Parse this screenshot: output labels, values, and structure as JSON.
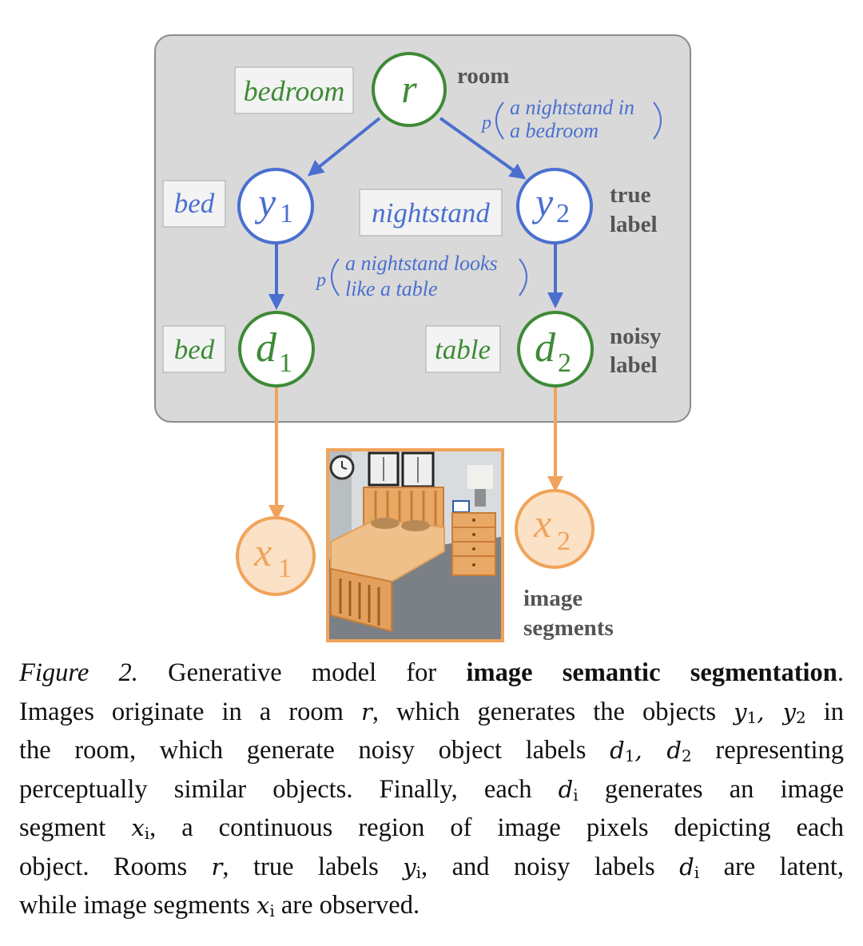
{
  "colors": {
    "panel_fill": "#d9d9d9",
    "panel_border": "#8c8c8c",
    "green": "#3e8a36",
    "blue": "#4a6fd0",
    "orange": "#f0a35a",
    "orange_fill": "#fbe1c6",
    "gray_text": "#555555"
  },
  "nodes": {
    "r": "r",
    "y1": "y",
    "y1_sub": "1",
    "y2": "y",
    "y2_sub": "2",
    "d1": "d",
    "d1_sub": "1",
    "d2": "d",
    "d2_sub": "2",
    "x1": "x",
    "x1_sub": "1",
    "x2": "x",
    "x2_sub": "2"
  },
  "labels": {
    "room": "room",
    "bedroom": "bedroom",
    "bed_true": "bed",
    "nightstand": "nightstand",
    "bed_noisy": "bed",
    "table": "table",
    "true_1": "true",
    "true_2": "label",
    "noisy_1": "noisy",
    "noisy_2": "label",
    "image_segments_1": "image",
    "image_segments_2": "segments"
  },
  "probabilities": {
    "p": "p",
    "room_line1": "a nightstand in",
    "room_line2": "a bedroom",
    "confusion_line1": "a nightstand looks",
    "confusion_line2": "like a table"
  },
  "caption": {
    "figure_label": "Figure 2.",
    "intro": "Generative model for",
    "bold": "image semantic segmentation",
    "period": ".",
    "l2a": "Images originate in a room",
    "l2b": ", which generates the objects",
    "l2c": "in",
    "l3a": "the room, which generate noisy object labels",
    "l3b": "representing",
    "l4a": "perceptually similar objects. Finally, each",
    "l4b": "generates an image",
    "l5a": "segment",
    "l5b": ", a continuous region of image pixels depicting each",
    "l6a": "object.  Rooms",
    "l6b": ", true labels",
    "l6c": ", and noisy labels",
    "l6d": "are latent,",
    "l7a": "while image segments",
    "l7b": "are observed.",
    "sym_r": "r",
    "sym_y": "y",
    "sym_d": "d",
    "sym_x": "x",
    "sub_1": "1",
    "sub_2": "2",
    "sub_i": "i",
    "comma": ","
  }
}
